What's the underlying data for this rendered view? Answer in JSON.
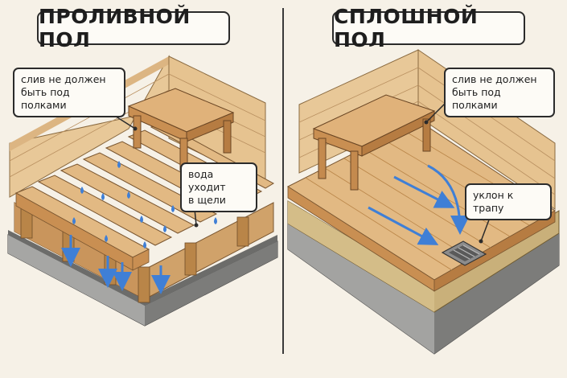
{
  "left_panel": {
    "title": "ПРОЛИВНОЙ ПОЛ",
    "callout_bench": [
      "слив не должен",
      "быть под полками"
    ],
    "callout_gaps": [
      "вода уходит",
      "в щели"
    ]
  },
  "right_panel": {
    "title": "СПЛОШНОЙ ПОЛ",
    "callout_bench": [
      "слив не должен",
      "быть под полками"
    ],
    "callout_slope": "уклон к трапу"
  },
  "colors": {
    "wood_light": "#e2b983",
    "wood_mid": "#cf9a5e",
    "wood_dark": "#a9733e",
    "concrete": "#9a9a98",
    "water": "#3f7fd6"
  }
}
